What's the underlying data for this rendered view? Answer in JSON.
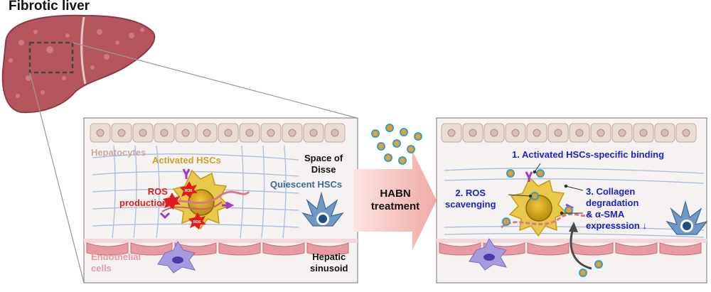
{
  "title": "Fibrotic liver",
  "left_panel": {
    "hepatocytes": "Hepatocytes",
    "activated_hscs": "Activated HSCs",
    "space_of_disse_1": "Space of",
    "space_of_disse_2": "Disse",
    "ros_1": "ROS",
    "ros_2": "production",
    "quiescent_hscs": "Quiescent HSCs",
    "endothelial_1": "Endothelial",
    "endothelial_2": "cells",
    "sinusoid_1": "Hepatic",
    "sinusoid_2": "sinusoid",
    "ros_badge": "ROS"
  },
  "arrow": {
    "line1": "HABN",
    "line2": "treatment"
  },
  "right_panel": {
    "step1": "1.  Activated HSCs-specific binding",
    "step2_1": "2. ROS",
    "step2_2": "scavenging",
    "step3_1": "3. Collagen",
    "step3_2": "degradation",
    "step3_3": "& α-SMA",
    "step3_4": "expresssion ↓"
  },
  "colors": {
    "liver": "#b5565f",
    "panel_bg": "#f3efee",
    "hepatocyte": "#eadbd5",
    "activated_hsc": "#e8c84a",
    "quiescent_hsc": "#6f99c4",
    "endothelial": "#e89aa2",
    "ros_red": "#e01b1b",
    "label_blue": "#1a24c8",
    "arrow": "#f2b7b3"
  }
}
